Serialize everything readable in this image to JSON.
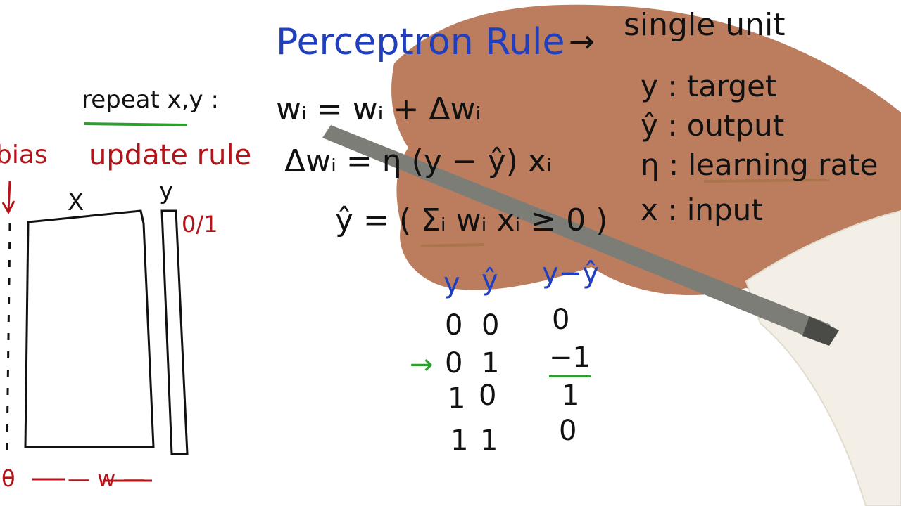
{
  "colors": {
    "ink_black": "#111111",
    "ink_blue": "#1f3fbf",
    "ink_red": "#b3141a",
    "ink_green": "#2e9e2e",
    "background": "#ffffff",
    "skin": "#b5724f",
    "pen": "#7d7d78",
    "sleeve": "#f3efe6"
  },
  "heading": {
    "title": "Perceptron Rule",
    "arrow": "→",
    "subtitle": "single unit"
  },
  "left_panel": {
    "repeat_label": "repeat x,y :",
    "bias_label": "bias",
    "update_rule_label": "update rule",
    "x_label": "X",
    "y_label": "y",
    "y_values_label": "0/1",
    "theta_label": "θ",
    "w_label": "— w —"
  },
  "equations": {
    "update": "wᵢ = wᵢ + Δwᵢ",
    "delta": "Δwᵢ = η (y − ŷ) xᵢ",
    "output": "ŷ = ( Σᵢ wᵢ xᵢ ≥ 0 )"
  },
  "legend": [
    {
      "symbol": "y",
      "desc": ": target"
    },
    {
      "symbol": "ŷ",
      "desc": ": output"
    },
    {
      "symbol": "η",
      "desc": ": learning rate"
    },
    {
      "symbol": "x",
      "desc": ": input"
    }
  ],
  "truth_table": {
    "headers": [
      "y",
      "ŷ",
      "y−ŷ"
    ],
    "rows": [
      [
        "0",
        "0",
        "0"
      ],
      [
        "0",
        "1",
        "−1"
      ],
      [
        "1",
        "0",
        "1"
      ],
      [
        "1",
        "1",
        "0"
      ]
    ],
    "row_marker": "→"
  }
}
